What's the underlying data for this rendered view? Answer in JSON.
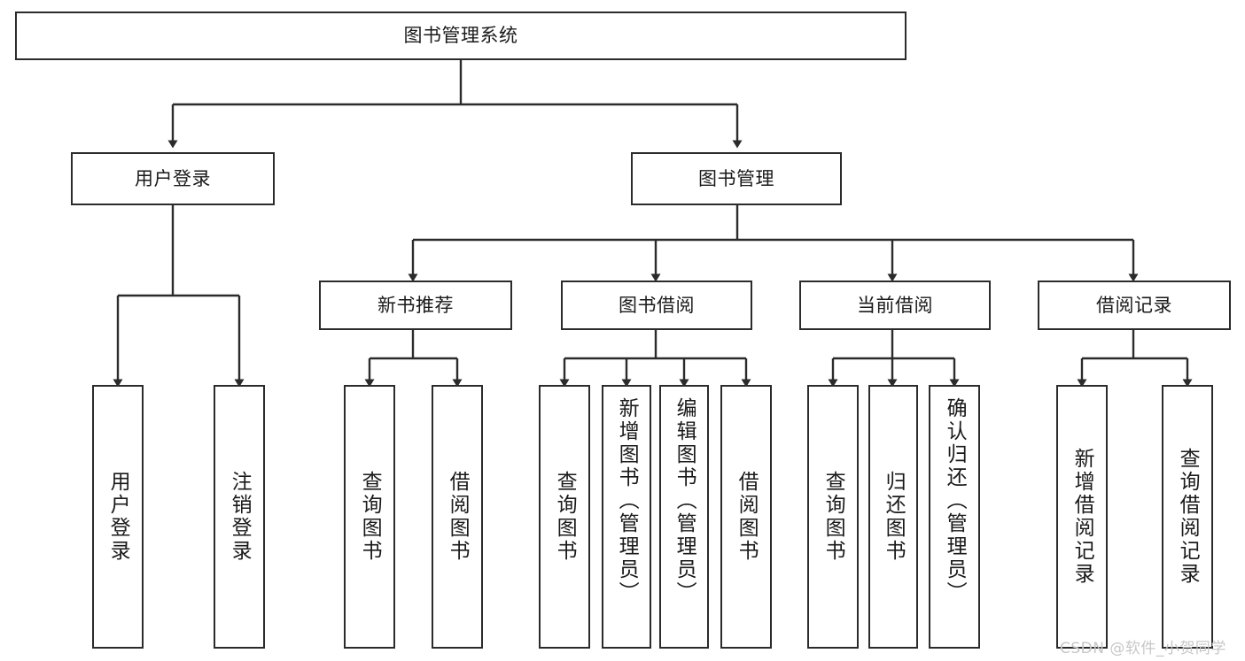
{
  "diagram": {
    "title": "图书管理系统",
    "watermark": "CSDN @软件_小贺同学",
    "colors": {
      "background": "#ffffff",
      "node_border": "#2b2b2b",
      "node_fill": "#ffffff",
      "edge": "#2b2b2b",
      "text": "#1a1a1a",
      "watermark": "#c7c7c7"
    }
  },
  "nodes": {
    "root": {
      "label": "图书管理系统"
    },
    "level2": [
      {
        "label": "用户登录"
      },
      {
        "label": "图书管理"
      }
    ],
    "level3": [
      {
        "label": "新书推荐"
      },
      {
        "label": "图书借阅"
      },
      {
        "label": "当前借阅"
      },
      {
        "label": "借阅记录"
      }
    ],
    "leaves": {
      "user_login": [
        {
          "label": "用户登录"
        },
        {
          "label": "注销登录"
        }
      ],
      "new_book": [
        {
          "label": "查询图书"
        },
        {
          "label": "借阅图书"
        }
      ],
      "book_borrow": [
        {
          "label": "查询图书"
        },
        {
          "label": "新增图书（管理员）"
        },
        {
          "label": "编辑图书（管理员）"
        },
        {
          "label": "借阅图书"
        }
      ],
      "current_borrow": [
        {
          "label": "查询图书"
        },
        {
          "label": "归还图书"
        },
        {
          "label": "确认归还（管理员）"
        }
      ],
      "borrow_record": [
        {
          "label": "新增借阅记录"
        },
        {
          "label": "查询借阅记录"
        }
      ]
    }
  }
}
